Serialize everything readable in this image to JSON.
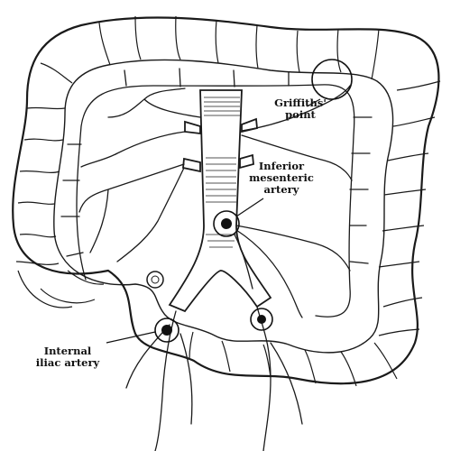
{
  "labels": {
    "griffiths_line1": "Griffiths'",
    "griffiths_line2": "point",
    "ima_line1": "Inferior",
    "ima_line2": "mesenteric",
    "ima_line3": "artery",
    "iliac_line1": "Internal",
    "iliac_line2": "iliac artery"
  }
}
